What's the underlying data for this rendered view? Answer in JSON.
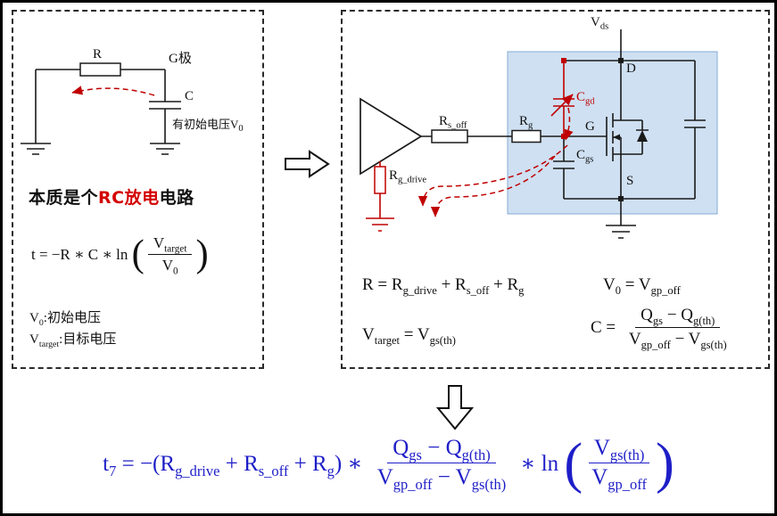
{
  "appearance": {
    "accent_red": "#c00000",
    "formula_blue": "#1e1ec8",
    "mosfet_box_fill": "#cfe0f2"
  },
  "left_panel": {
    "r_label": "R",
    "gate_label": "G极",
    "c_label": "C",
    "cap_note_base": "有初始电压V",
    "cap_note_sub": "0",
    "essence": {
      "prefix": "本质是个",
      "highlight": "RC放电",
      "suffix": "电路"
    },
    "formula": {
      "lead": [
        {
          "t": "t = −R ∗ C ∗ ln "
        }
      ],
      "open": "(",
      "close": ")",
      "num": [
        {
          "t": "V"
        },
        {
          "s": "target"
        }
      ],
      "den": [
        {
          "t": "V"
        },
        {
          "s": "0"
        }
      ]
    },
    "defs": {
      "v0": [
        {
          "t": "V"
        },
        {
          "s": "0"
        },
        {
          "t": ":初始电压"
        }
      ],
      "vtarget": [
        {
          "t": "V"
        },
        {
          "s": "target"
        },
        {
          "t": ":目标电压"
        }
      ]
    }
  },
  "right_panel": {
    "circuit": {
      "vds": {
        "base": "V",
        "sub": "ds"
      },
      "d_label": "D",
      "g_label": "G",
      "s_label": "S",
      "rs_off": {
        "base": "R",
        "sub": "s_off"
      },
      "rg": {
        "base": "R",
        "sub": "g"
      },
      "rg_drive": {
        "base": "R",
        "sub": "g_drive"
      },
      "cgd": {
        "base": "C",
        "sub": "gd"
      },
      "cgs": {
        "base": "C",
        "sub": "gs"
      }
    },
    "formulas": {
      "r_eq": [
        {
          "t": "R = R"
        },
        {
          "s": "g_drive"
        },
        {
          "t": " + R"
        },
        {
          "s": "s_off"
        },
        {
          "t": " + R"
        },
        {
          "s": "g"
        }
      ],
      "v0_eq": [
        {
          "t": "V"
        },
        {
          "s": "0"
        },
        {
          "t": " = V"
        },
        {
          "s": "gp_off"
        }
      ],
      "vtarget_eq": [
        {
          "t": "V"
        },
        {
          "s": "target"
        },
        {
          "t": " = V"
        },
        {
          "s": "gs(th)"
        }
      ],
      "c_eq": {
        "lead": [
          {
            "t": "C = "
          }
        ],
        "num": [
          {
            "t": "Q"
          },
          {
            "s": "gs"
          },
          {
            "t": " − Q"
          },
          {
            "s": "g(th)"
          }
        ],
        "den": [
          {
            "t": "V"
          },
          {
            "s": "gp_off"
          },
          {
            "t": " − V"
          },
          {
            "s": "gs(th)"
          }
        ]
      }
    }
  },
  "final_formula": {
    "lead": [
      {
        "t": "t"
      },
      {
        "s": "7"
      },
      {
        "t": " = −(R"
      },
      {
        "s": "g_drive"
      },
      {
        "t": " + R"
      },
      {
        "s": "s_off"
      },
      {
        "t": " + R"
      },
      {
        "s": "g"
      },
      {
        "t": ") ∗ "
      }
    ],
    "frac1": {
      "num": [
        {
          "t": "Q"
        },
        {
          "s": "gs"
        },
        {
          "t": " − Q"
        },
        {
          "s": "g(th)"
        }
      ],
      "den": [
        {
          "t": "V"
        },
        {
          "s": "gp_off"
        },
        {
          "t": " − V"
        },
        {
          "s": "gs(th)"
        }
      ]
    },
    "mid": [
      {
        "t": " ∗ ln "
      }
    ],
    "open": "(",
    "close": ")",
    "frac2": {
      "num": [
        {
          "t": "V"
        },
        {
          "s": "gs(th)"
        }
      ],
      "den": [
        {
          "t": "V"
        },
        {
          "s": "gp_off"
        }
      ]
    }
  }
}
